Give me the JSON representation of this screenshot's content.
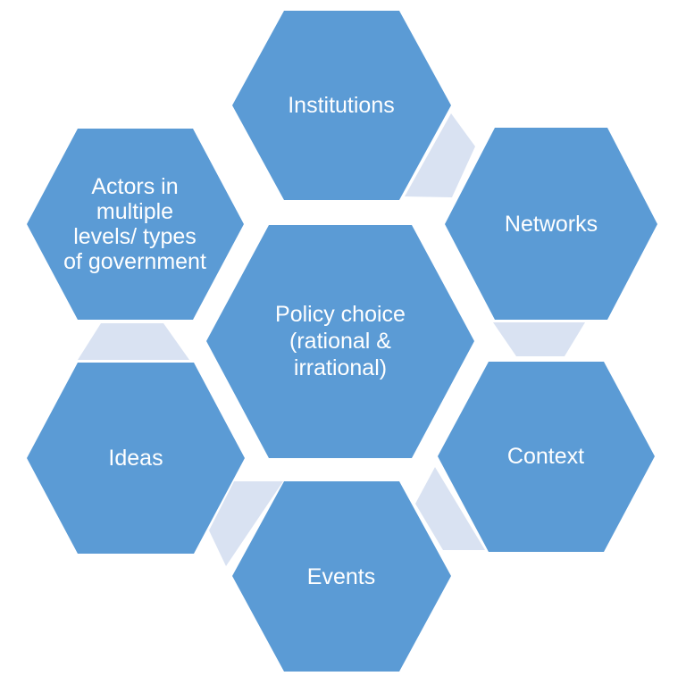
{
  "colors": {
    "node_fill": "#5b9bd5",
    "connector_fill": "#d9e2f2",
    "text": "#ffffff",
    "background": "#ffffff"
  },
  "diagram": {
    "type": "hexagon-cluster",
    "center_node": {
      "id": "policy-choice",
      "label": "Policy choice\n(rational &\nirrational)"
    },
    "nodes": [
      {
        "id": "institutions",
        "label": "Institutions",
        "position": "top"
      },
      {
        "id": "networks",
        "label": "Networks",
        "position": "top-right"
      },
      {
        "id": "context",
        "label": "Context",
        "position": "bottom-right"
      },
      {
        "id": "events",
        "label": "Events",
        "position": "bottom"
      },
      {
        "id": "ideas",
        "label": "Ideas",
        "position": "bottom-left"
      },
      {
        "id": "actors",
        "label": "Actors in\nmultiple\nlevels/ types\nof government",
        "position": "top-left"
      }
    ],
    "connectors": [
      {
        "between": [
          "institutions",
          "networks"
        ]
      },
      {
        "between": [
          "networks",
          "context"
        ]
      },
      {
        "between": [
          "context",
          "events"
        ]
      },
      {
        "between": [
          "events",
          "ideas"
        ]
      },
      {
        "between": [
          "ideas",
          "actors"
        ]
      }
    ]
  }
}
